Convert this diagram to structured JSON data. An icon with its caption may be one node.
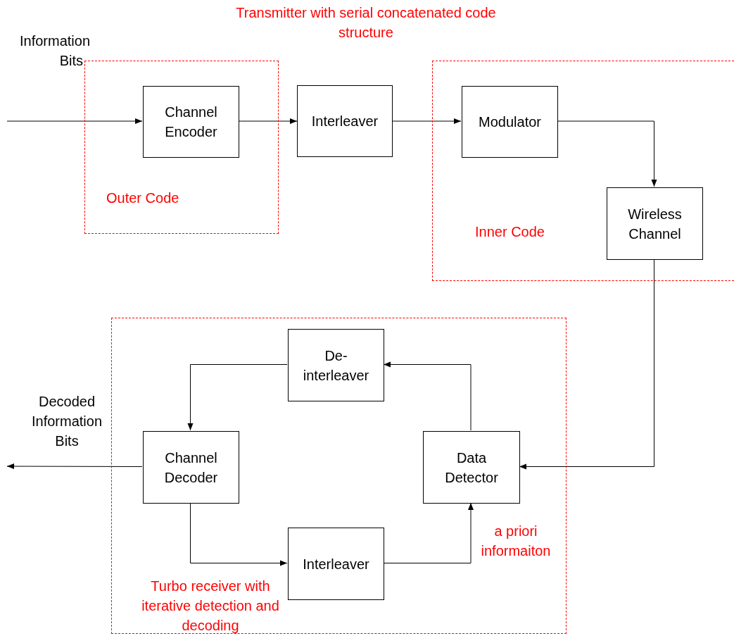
{
  "diagram": {
    "title": "Transmitter with serial concatenated code structure",
    "nodes": [
      {
        "text": [
          "Outer Code"
        ]
      },
      {
        "text": [
          "Channel Encoder"
        ],
        "in": 0
      },
      {
        "text": [
          "Interleaver"
        ]
      },
      {
        "text": [
          "Inner Code"
        ]
      },
      {
        "text": [
          "Modulator"
        ],
        "in": 3
      },
      {
        "text": [
          "Wireless Channel"
        ],
        "in": 3
      },
      {
        "text": [
          "Turbo receiver with iterative detection and decoding"
        ]
      },
      {
        "text": [
          "De- interleaver"
        ],
        "in": 6
      },
      {
        "text": [
          "Channel Decoder"
        ],
        "in": 6
      },
      {
        "text": [
          "Data Detector"
        ],
        "in": 6
      },
      {
        "text": [
          "Interleaver"
        ],
        "in": 6
      }
    ],
    "edges": [
      {
        "from": null,
        "to": 1,
        "arrow": "to"
      },
      {
        "from": 1,
        "to": 2,
        "arrow": "to"
      },
      {
        "from": 2,
        "to": 4,
        "arrow": "to"
      },
      {
        "from": 4,
        "to": 5,
        "arrow": "to"
      },
      {
        "from": 5,
        "to": 9,
        "arrow": "to"
      },
      {
        "from": 9,
        "to": 7,
        "arrow": "to"
      },
      {
        "from": 7,
        "to": 8,
        "arrow": "to"
      },
      {
        "from": 8,
        "to": 10,
        "arrow": "to"
      },
      {
        "from": 10,
        "to": 9,
        "arrow": "to",
        "label": "a priori informaiton"
      },
      {
        "from": 8,
        "to": null,
        "arrow": "to"
      }
    ],
    "labels": [
      "Information Bits",
      "Decoded Information Bits"
    ]
  }
}
